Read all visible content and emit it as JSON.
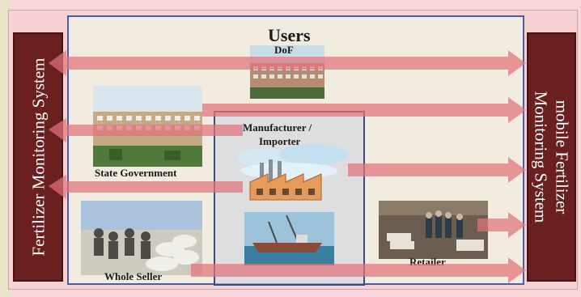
{
  "diagram": {
    "title": "Users",
    "left_system": "Fertilizer Monitoring System",
    "right_system_line1": "mobile Fertilizer",
    "right_system_line2": "Monitoring System",
    "stakeholders": {
      "dof": "DoF",
      "state_government": "State Government",
      "manufacturer_line1": "Manufacturer /",
      "manufacturer_line2": "Importer",
      "whole_seller": "Whole Seller",
      "retailer": "Retailer"
    },
    "colors": {
      "arrow": "#e0737a",
      "system_box": "#6a1f21",
      "users_border": "#4b5fa0"
    }
  }
}
